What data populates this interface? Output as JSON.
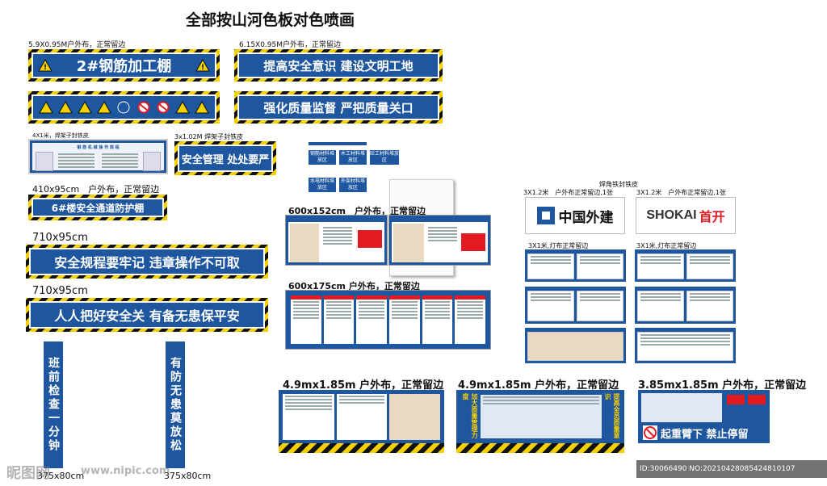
{
  "title": "全部按山河色板对色喷画",
  "colors": {
    "blue": "#1e56a0",
    "yellow": "#f4d000",
    "red": "#e21b23",
    "brand_red": "#e21b23"
  },
  "specs": {
    "s1": "5.9X0.95M户外布，正常留边",
    "s2": "6.15X0.95M户外布，正常留边",
    "s3": "4X1米，焊架子封铁皮",
    "s4": "3x1.02M 焊架子封铁皮",
    "s5": "410x95cm　户外布，正常留边",
    "s6": "710x95cm",
    "s7": "710x95cm",
    "s8": "600x152cm　户外布，正常留边",
    "s9": "600x175cm 户外布，正常留边",
    "s10": "焊角铁封铁皮",
    "s11": "3X1.2米　户外布正常留边,1张",
    "s12": "3X1.2米　户外布正常留边,1张",
    "s13": "3X1米,灯布正常留边",
    "s14": "3X1米,灯布正常留边",
    "s15": "4.9mx1.85m 户外布，正常留边",
    "s16": "4.9mx1.85m 户外布，正常留边",
    "s17": "3.85mx1.85m 户外布，正常留边",
    "s18": "375x80cm",
    "s19": "375x80cm"
  },
  "banners": {
    "b1": "2#钢筋加工棚",
    "b3": "提高安全意识  建设文明工地",
    "b4": "强化质量监督  严把质量关口",
    "b5": "安全管理  处处要严",
    "b6": "6#楼安全通道防护棚",
    "b7": "安全规程要牢记  违章操作不可取",
    "b8": "人人把好安全关  有备无患保平安",
    "v1": "班前检查一分钟",
    "v2": "有防无患莫放松"
  },
  "board_rules": "钢 筋 机 械 操 作 规 程",
  "small_signs": [
    "钢筋材料堆放区",
    "木工材料堆放区",
    "砼工材料堆放区",
    "水电材料堆放区",
    "外架材料堆放区"
  ],
  "logos": {
    "left": "中国外建",
    "right_a": "SHOKAI",
    "right_b": "首开"
  },
  "bottom_sign": "起重臂下  禁止停留",
  "side_text_1": "加大质量管理力度",
  "side_text_2": "提高全员质量意识",
  "watermark_left": "昵图网",
  "watermark_url": "www.nipic.com",
  "watermark_id": "ID:30066490 NO:20210428085424810107"
}
